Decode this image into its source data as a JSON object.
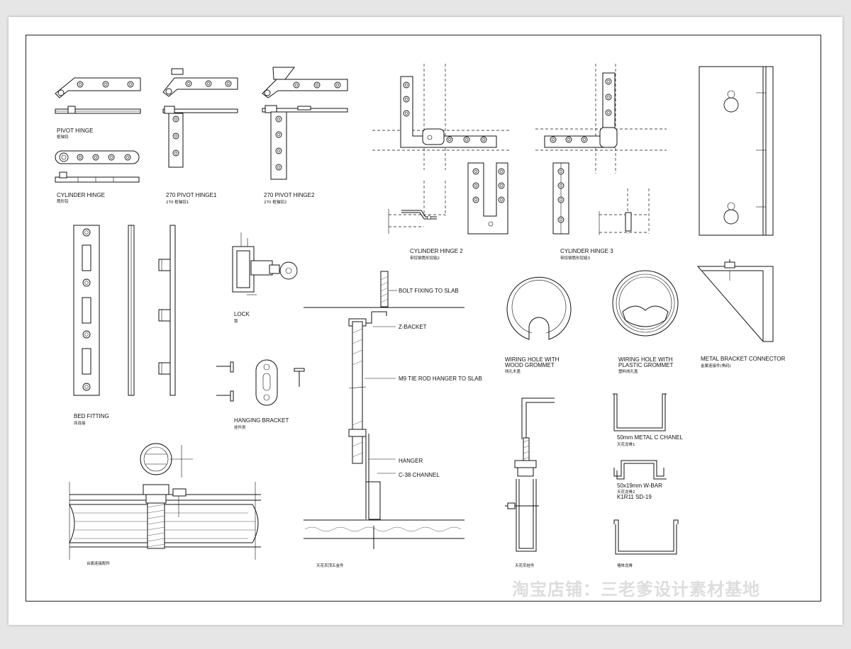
{
  "labels": {
    "pivot_hinge": "PIVOT HINGE",
    "pivot_hinge_sub": "枢轴铰",
    "cylinder_hinge": "CYLINDER HINGE",
    "cylinder_hinge_sub": "筒形铰",
    "hinge270_1": "270 PIVOT HINGE1",
    "hinge270_1_sub": "270 枢轴铰1",
    "hinge270_2": "270 PIVOT HINGE2",
    "hinge270_2_sub": "270 枢轴铰2",
    "cylinder_hinge_2": "CYLINDER HINGE 2",
    "cylinder_hinge_2_sub": "带铰钢筒形铰链2",
    "cylinder_hinge_3": "CYLINDER HINGE 3",
    "cylinder_hinge_3_sub": "带铰钢筒形铰链3",
    "lock": "LOCK",
    "lock_sub": "锁",
    "bed_fitting": "BED FITTING",
    "bed_fitting_sub": "床连接",
    "hanging_bracket": "HANGING BRACKET",
    "hanging_bracket_sub": "挂件类",
    "bolt_fixing": "BOLT FIXING TO SLAB",
    "z_backet": "Z-BACKET",
    "m9_rod": "M9 TIE ROD HANGER TO SLAB",
    "hanger": "HANGER",
    "c38": "C-38 CHANNEL",
    "ceiling_sub": "天花吊顶五金件",
    "wood_grommet_1": "WIRING HOLE WITH",
    "wood_grommet_2": "WOOD GROMMET",
    "wood_grommet_sub": "线孔木盖",
    "plastic_grommet_1": "WIRING HOLE WITH",
    "plastic_grommet_2": "PLASTIC GROMMET",
    "plastic_grommet_sub": "塑料线孔盖",
    "metal_bracket": "METAL BRACKET CONNECTOR",
    "metal_bracket_sub": "金属连接件(角码)",
    "c_chanel": "50mm METAL C CHANEL",
    "c_chanel_sub": "天花龙骨1",
    "w_bar": "50x19mm W-BAR",
    "w_bar_sub": "天花龙骨2",
    "w_bar_code": "K1R11 SD-19",
    "pipe_sub": "台面连接配件",
    "hanger_section_sub": "天花吊挂件",
    "keel_sub": "墙体龙骨"
  },
  "watermark": "淘宝店铺：三老爹设计素材基地"
}
